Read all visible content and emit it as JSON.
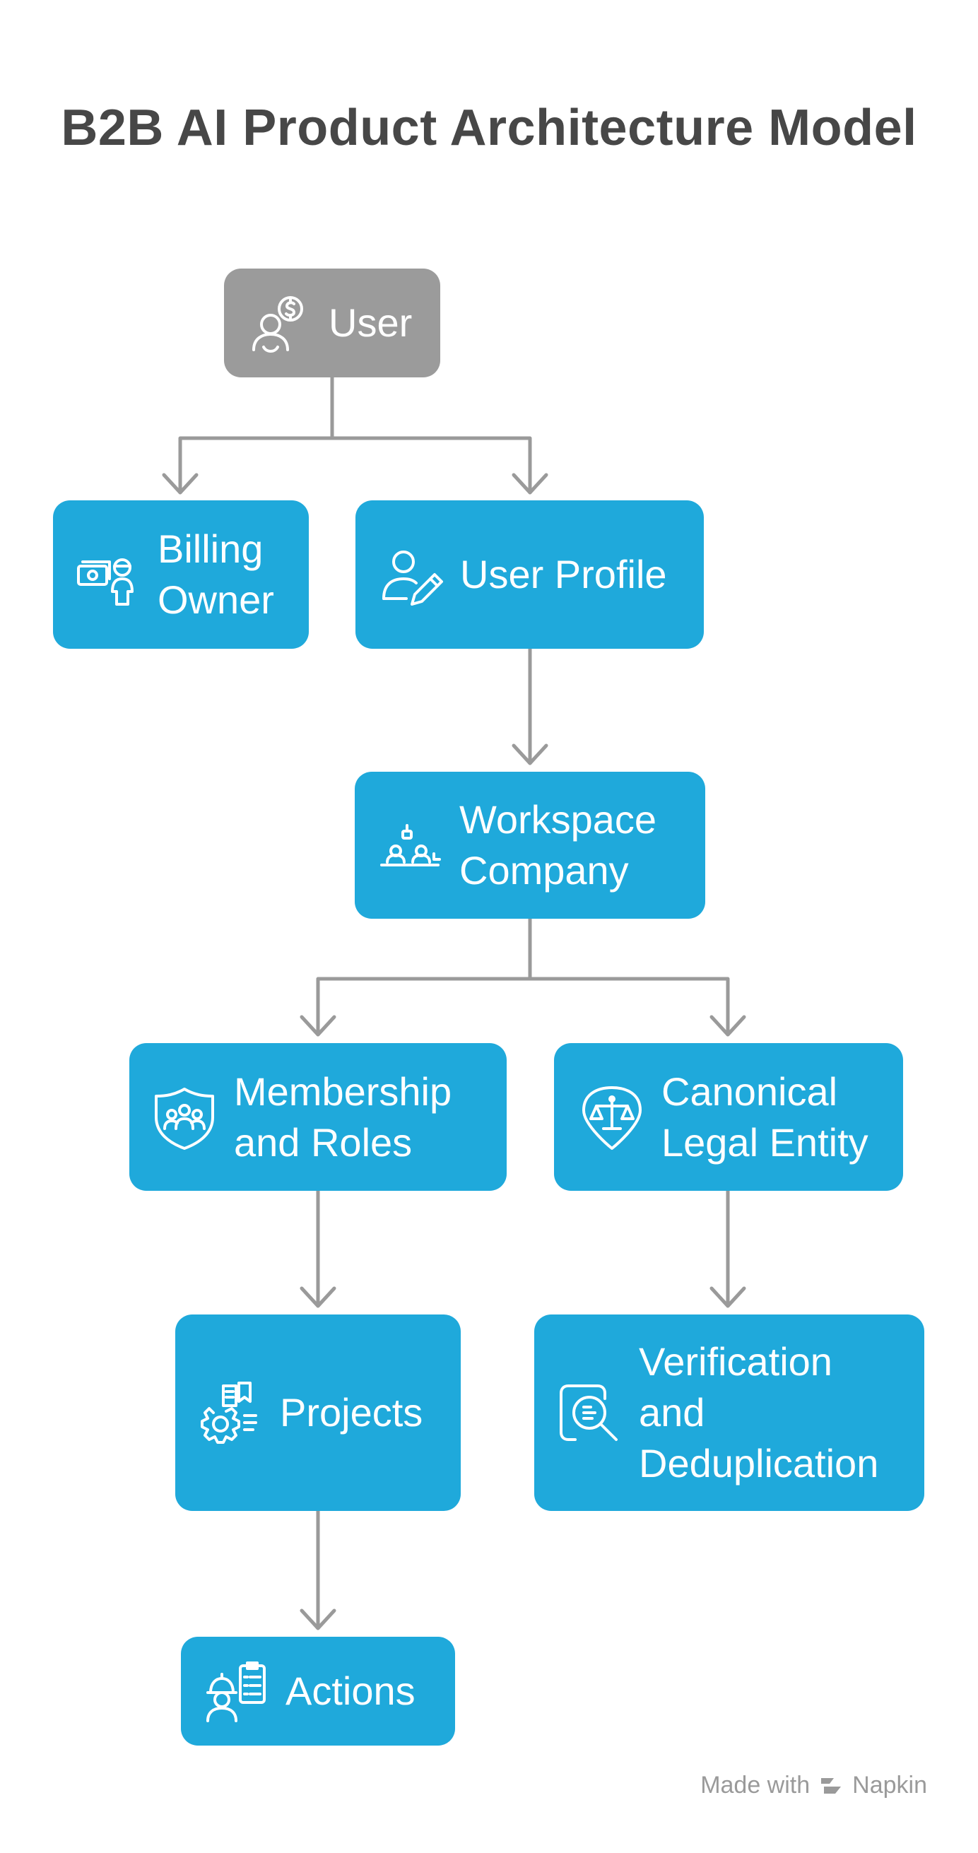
{
  "title": "B2B AI Product Architecture Model",
  "nodes": {
    "user": {
      "label": "User",
      "icon": "user-money-icon"
    },
    "billing_owner": {
      "label": "Billing\nOwner",
      "icon": "billing-owner-icon"
    },
    "user_profile": {
      "label": "User Profile",
      "icon": "user-edit-icon"
    },
    "workspace": {
      "label": "Workspace\nCompany",
      "icon": "workspace-icon"
    },
    "membership": {
      "label": "Membership\nand Roles",
      "icon": "team-shield-icon"
    },
    "legal_entity": {
      "label": "Canonical\nLegal Entity",
      "icon": "scales-pin-icon"
    },
    "projects": {
      "label": "Projects",
      "icon": "projects-gear-icon"
    },
    "verification": {
      "label": "Verification\nand\nDeduplication",
      "icon": "document-search-icon"
    },
    "actions": {
      "label": "Actions",
      "icon": "worker-checklist-icon"
    }
  },
  "colors": {
    "node": "#1fa9db",
    "root": "#9b9b9b",
    "connector": "#9a9a9a",
    "title": "#474747"
  },
  "footer": {
    "made_with": "Made with",
    "brand": "Napkin"
  }
}
